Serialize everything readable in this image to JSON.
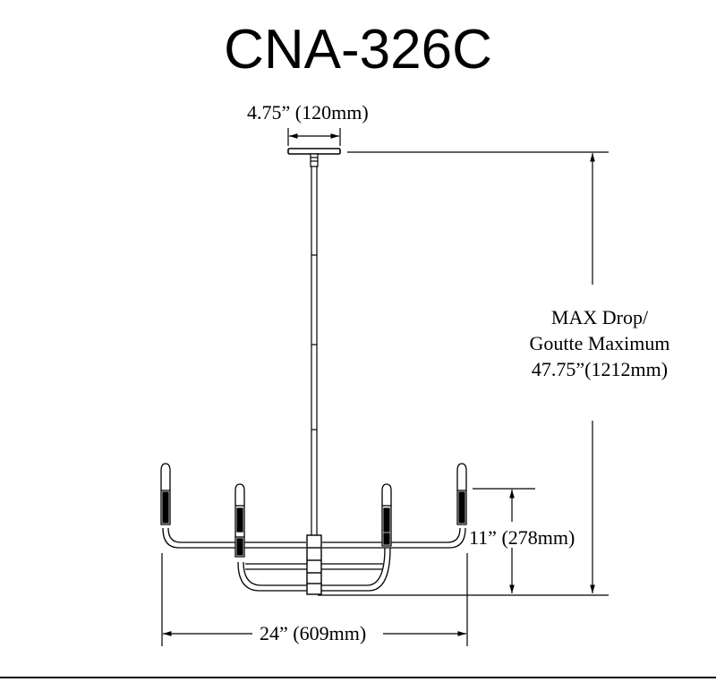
{
  "title": "CNA-326C",
  "dimensions": {
    "canopy_width": "4.75” (120mm)",
    "max_drop_line1": "MAX Drop/",
    "max_drop_line2": "Goutte Maximum",
    "max_drop_line3": "47.75”(1212mm)",
    "body_height": "11” (278mm)",
    "overall_width": "24” (609mm)"
  },
  "colors": {
    "line": "#000000",
    "background": "#ffffff"
  }
}
